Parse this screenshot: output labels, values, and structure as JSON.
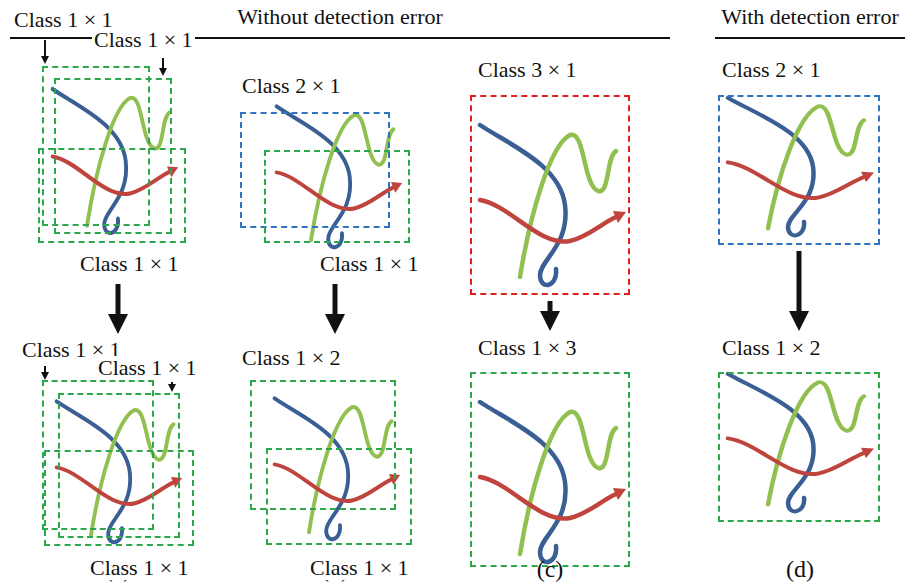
{
  "diagram": {
    "nodes": [
      {
        "text": [
          "Class 1 × 1"
        ]
      },
      {
        "text": [
          "Class 1 × 1"
        ]
      },
      {
        "text": [
          "Class 1 × 1"
        ]
      },
      {
        "text": [
          "Class 2 × 1"
        ]
      },
      {
        "text": [
          "Class 1 × 1"
        ]
      },
      {
        "text": [
          "Class 3 × 1"
        ]
      },
      {
        "text": [
          "Class 2 × 1"
        ]
      },
      {
        "text": [
          "Class 1 × 1"
        ]
      },
      {
        "text": [
          "Class 1 × 1"
        ]
      },
      {
        "text": [
          "Class 1 × 1"
        ]
      },
      {
        "text": [
          "Class 1 × 2"
        ]
      },
      {
        "text": [
          "Class 1 × 1"
        ]
      },
      {
        "text": [
          "Class 1 × 3"
        ]
      },
      {
        "text": [
          "Class 1 × 2"
        ]
      }
    ],
    "edges": [
      {
        "from": 5,
        "to": 12,
        "arrow": "to"
      },
      {
        "from": 6,
        "to": 13,
        "arrow": "to"
      }
    ],
    "labels": [
      "Without detection error",
      "With detection error",
      "(a)",
      "(b)",
      "(c)",
      "(d)"
    ]
  }
}
